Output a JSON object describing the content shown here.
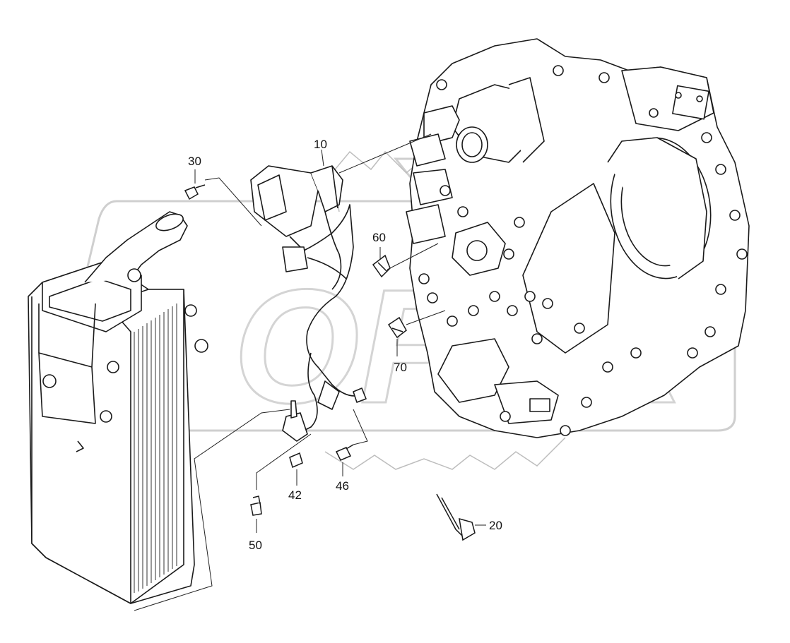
{
  "diagram": {
    "type": "exploded-parts-diagram",
    "watermark_text": "OPEX",
    "colors": {
      "line": "#1a1a1a",
      "leader": "#222222",
      "watermark": "#d2d2d2",
      "background": "#ffffff"
    },
    "callouts": {
      "c10": "10",
      "c20": "20",
      "c30": "30",
      "c42": "42",
      "c46": "46",
      "c50": "50",
      "c60": "60",
      "c70": "70"
    }
  }
}
